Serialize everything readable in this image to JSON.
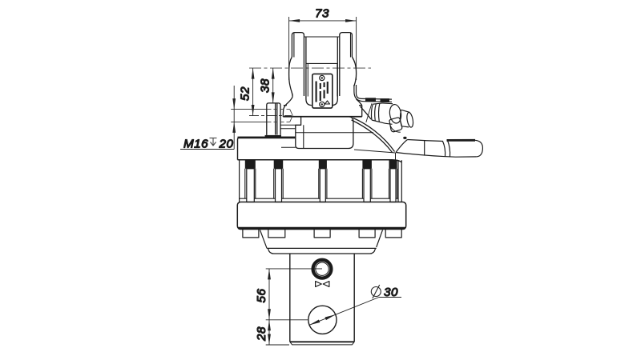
{
  "drawing": {
    "type": "technical-drawing",
    "subject": "hydraulic-flange-rotator-front-view",
    "line_color": "#1b1b1b",
    "background_color": "#ffffff",
    "dimensions": {
      "clevis_width": "73",
      "pin_axis_to_thread_axis": "52",
      "pin_axis_to_boss_top": "38",
      "thread_callout": "M16↧20",
      "thread_callout_thread": "M16",
      "thread_callout_depth": "20",
      "nipple_to_hole_center": "56",
      "hole_center_to_shaft_end": "28",
      "hole_diameter_symbol": "∅",
      "hole_diameter": "30"
    }
  }
}
